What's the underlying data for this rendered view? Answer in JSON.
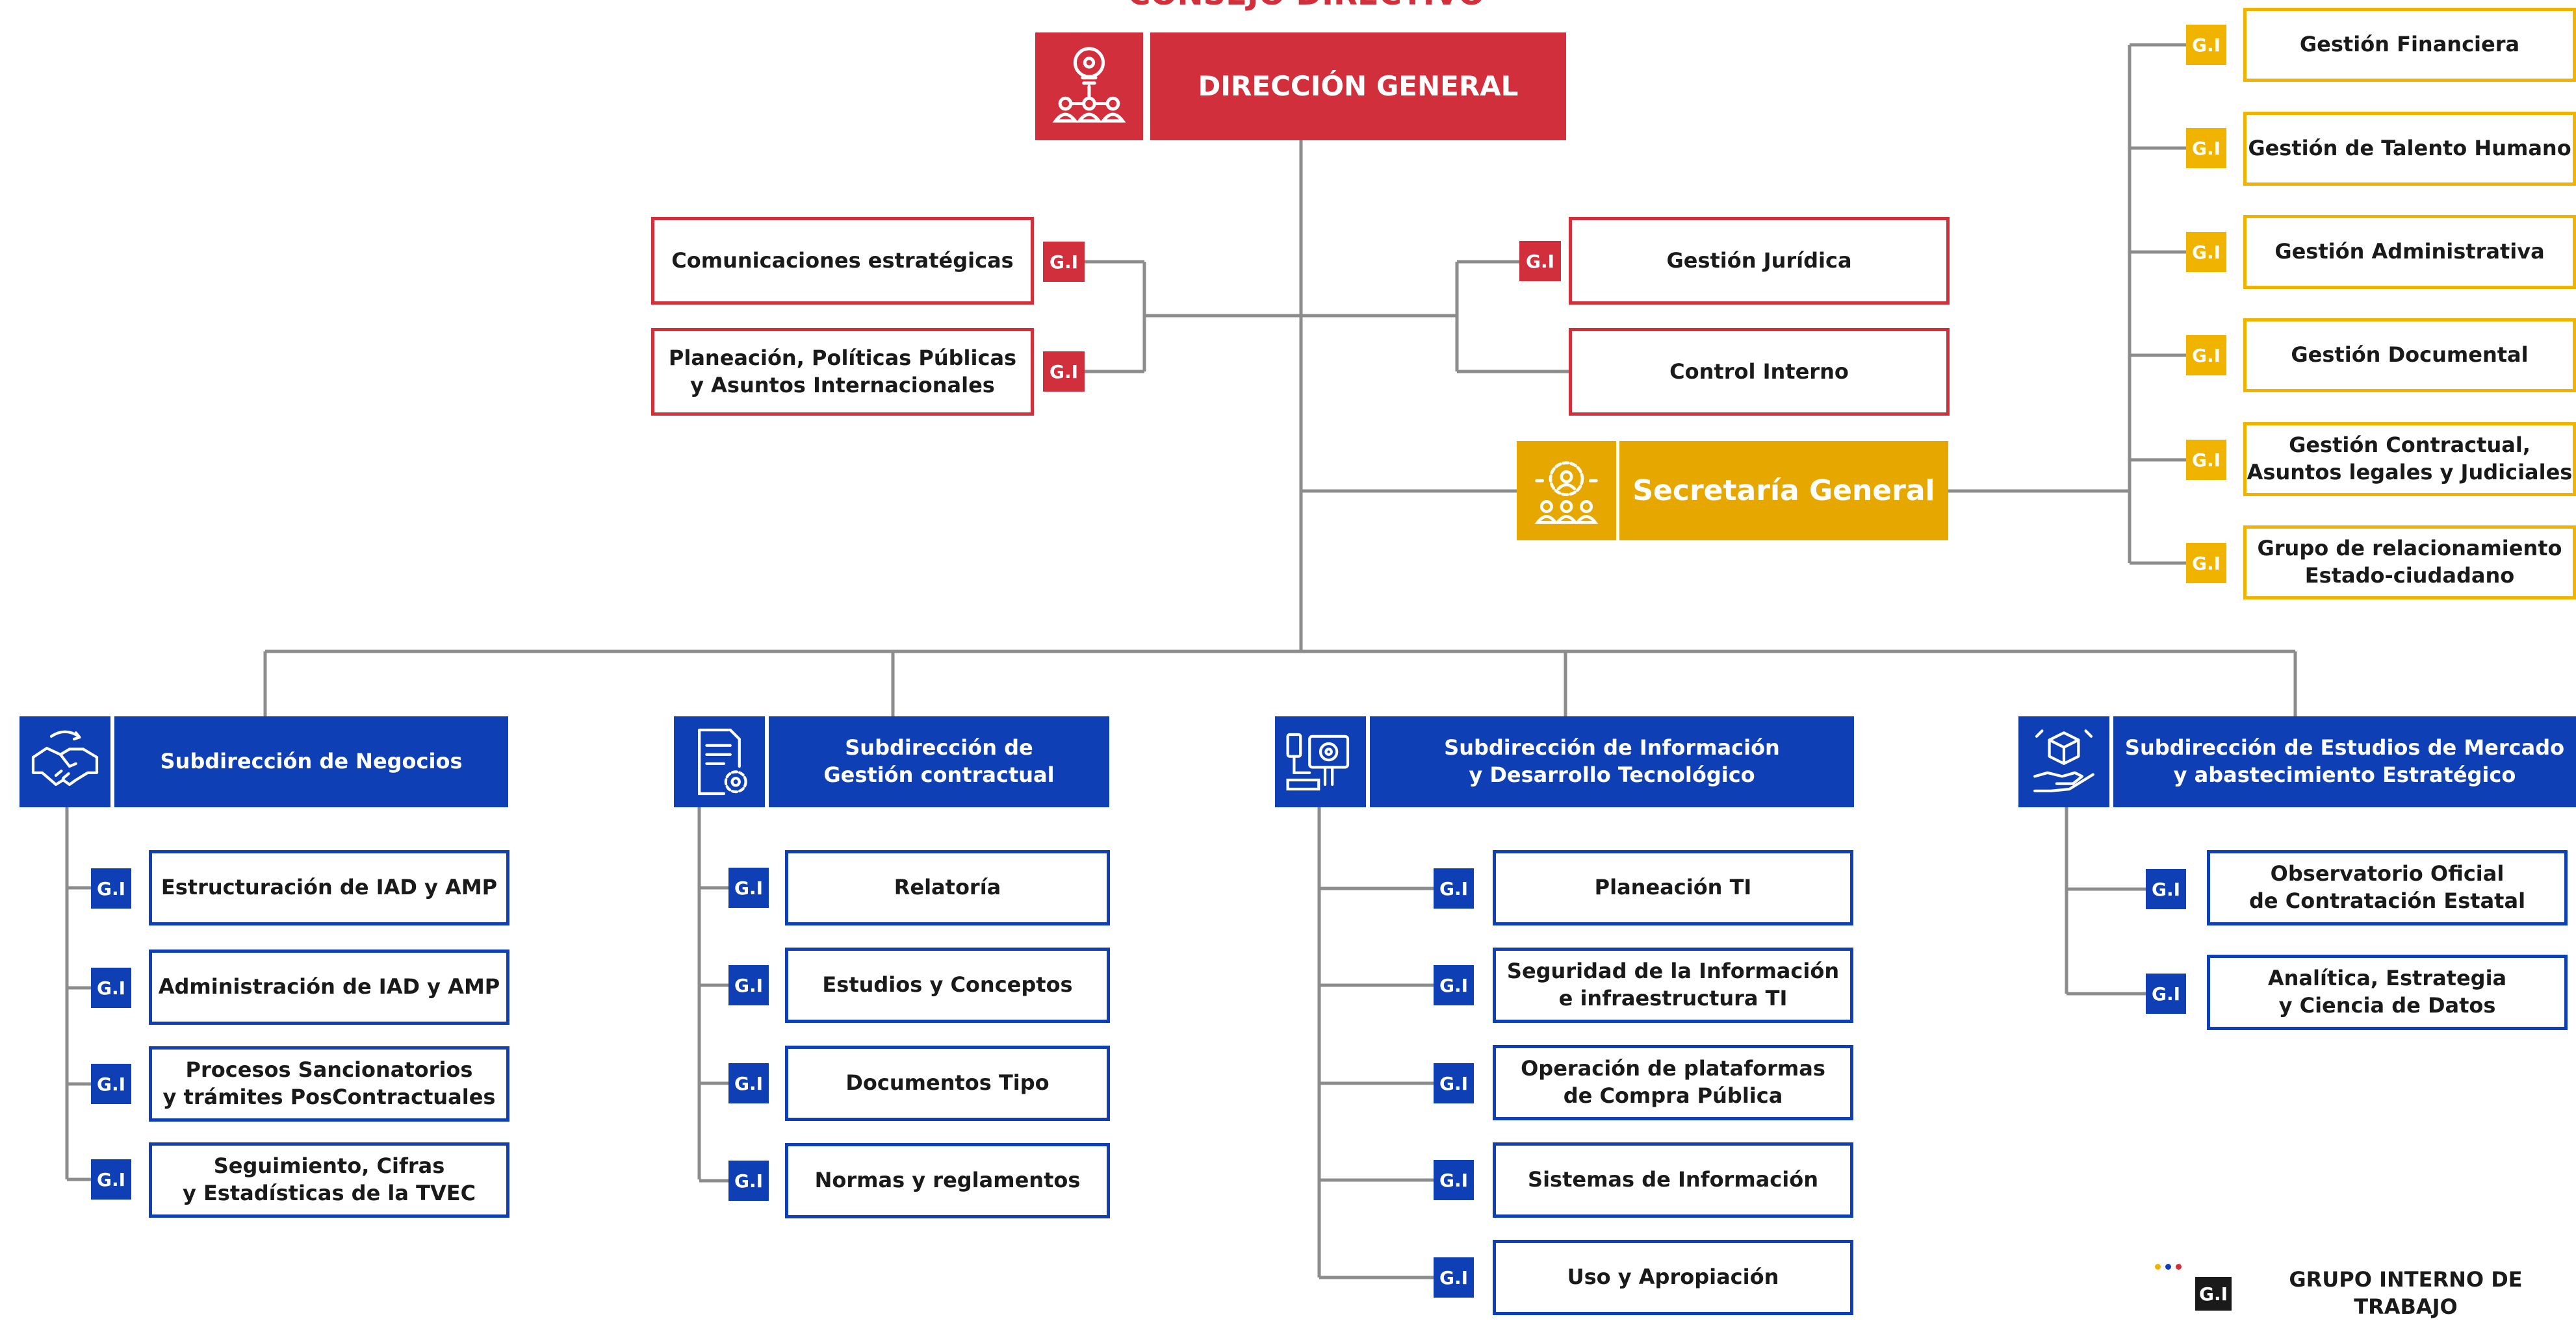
{
  "top_title": "CONSEJO DIRECTIVO",
  "direccion_general": "DIRECCIÓN GENERAL",
  "secretaria_general": "Secretaría General",
  "gi_label": "G.I",
  "left_direction": [
    {
      "label": "Comunicaciones estratégicas"
    },
    {
      "label": "Planeación, Políticas Públicas\ny Asuntos Internacionales"
    }
  ],
  "right_direction": [
    {
      "label": "Gestión Jurídica",
      "gi": true
    },
    {
      "label": "Control Interno",
      "gi": false
    }
  ],
  "secretaria_groups": [
    {
      "label": "Gestión Financiera"
    },
    {
      "label": "Gestión de Talento Humano"
    },
    {
      "label": "Gestión Administrativa"
    },
    {
      "label": "Gestión Documental"
    },
    {
      "label": "Gestión Contractual,\nAsuntos legales y Judiciales"
    },
    {
      "label": "Grupo de relacionamiento\nEstado-ciudadano"
    }
  ],
  "subdirecciones": [
    {
      "title": "Subdirección de Negocios",
      "icon": "handshake-icon",
      "groups": [
        "Estructuración de IAD y AMP",
        "Administración de IAD y AMP",
        "Procesos Sancionatorios\ny trámites PosContractuales",
        "Seguimiento, Cifras\ny Estadísticas de la TVEC"
      ]
    },
    {
      "title": "Subdirección de\nGestión contractual",
      "icon": "document-gear-icon",
      "groups": [
        "Relatoría",
        "Estudios y Conceptos",
        "Documentos Tipo",
        "Normas y reglamentos"
      ]
    },
    {
      "title": "Subdirección de Información\ny Desarrollo Tecnológico",
      "icon": "tech-devices-icon",
      "groups": [
        "Planeación TI",
        "Seguridad de la Información\ne infraestructura TI",
        "Operación de plataformas\nde Compra Pública",
        "Sistemas de Información",
        "Uso y Apropiación"
      ]
    },
    {
      "title": "Subdirección de Estudios de Mercado\ny abastecimiento Estratégico",
      "icon": "hand-cube-icon",
      "groups": [
        "Observatorio Oficial\nde Contratación Estatal",
        "Analítica, Estrategia\ny Ciencia de Datos"
      ]
    }
  ],
  "legend": {
    "gi": "G.I",
    "text": "GRUPO INTERNO DE TRABAJO"
  },
  "colors": {
    "red": "#d22f3c",
    "yellow": "#f0b400",
    "blue": "#0f3fb5",
    "line": "#8c8c8c"
  }
}
